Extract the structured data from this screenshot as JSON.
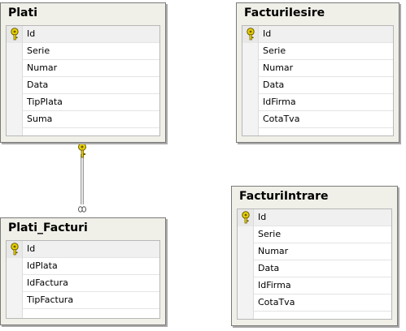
{
  "tables": {
    "plati": {
      "title": "Plati",
      "columns": [
        "Id",
        "Serie",
        "Numar",
        "Data",
        "TipPlata",
        "Suma"
      ],
      "primary_key": "Id"
    },
    "facturi_iesire": {
      "title": "FacturiIesire",
      "columns": [
        "Id",
        "Serie",
        "Numar",
        "Data",
        "IdFirma",
        "CotaTva"
      ],
      "primary_key": "Id"
    },
    "plati_facturi": {
      "title": "Plati_Facturi",
      "columns": [
        "Id",
        "IdPlata",
        "IdFactura",
        "TipFactura"
      ],
      "primary_key": "Id"
    },
    "facturi_intrare": {
      "title": "FacturiIntrare",
      "columns": [
        "Id",
        "Serie",
        "Numar",
        "Data",
        "IdFirma",
        "CotaTva"
      ],
      "primary_key": "Id"
    }
  },
  "relationships": [
    {
      "from": "Plati",
      "to": "Plati_Facturi",
      "one_end": "Plati",
      "many_end": "Plati_Facturi"
    }
  ],
  "colors": {
    "table_bg": "#f0efe8",
    "border": "#7a7a7a",
    "key_icon": "#e8d000",
    "grid_bg": "#ffffff"
  }
}
